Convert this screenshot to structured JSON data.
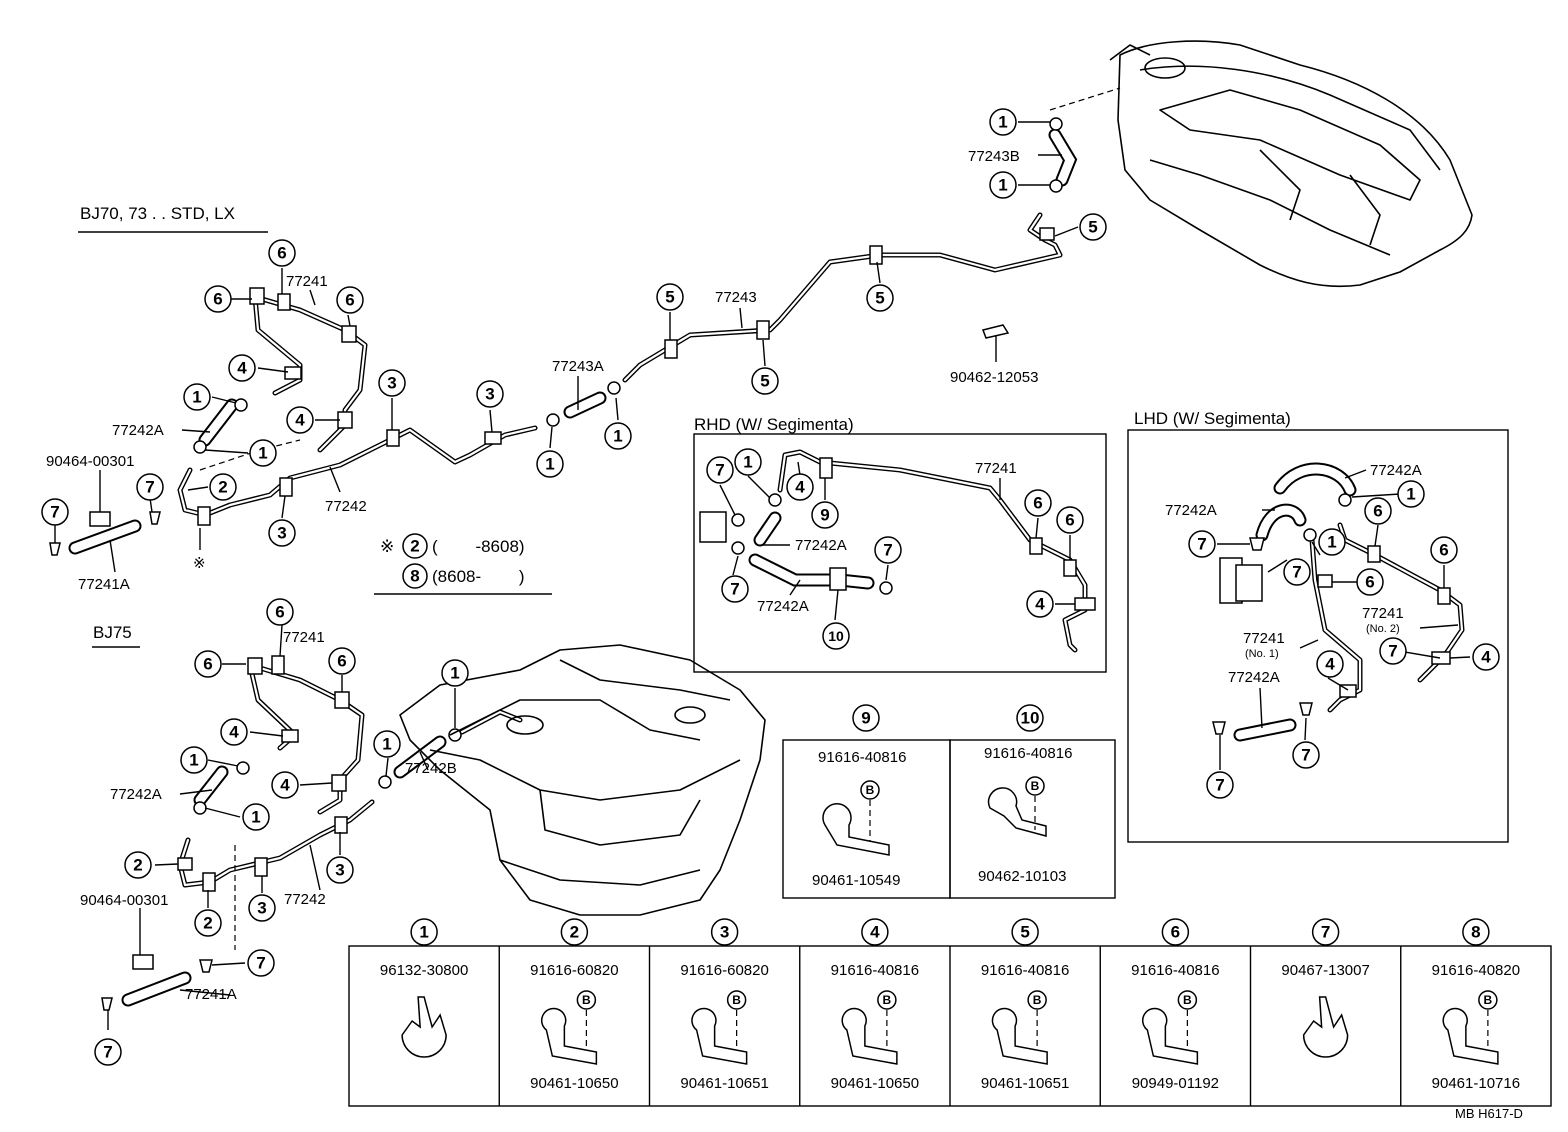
{
  "sections": {
    "bj70": "BJ70, 73 . . STD, LX",
    "bj75": "BJ75",
    "rhd": "RHD (W/ Segimenta)",
    "lhd": "LHD (W/ Segimenta)"
  },
  "note": {
    "line1_mark": "※",
    "line1_num": "2",
    "line1_range": "(        -8608)",
    "line2_num": "8",
    "line2_range": "(8608-        )"
  },
  "callouts": {
    "c1": "1",
    "c2": "2",
    "c3": "3",
    "c4": "4",
    "c5": "5",
    "c6": "6",
    "c7": "7",
    "c8": "8",
    "c9": "9",
    "c10": "10"
  },
  "parts": {
    "p77241": "77241",
    "p77241a": "77241A",
    "p77242": "77242",
    "p77242a": "77242A",
    "p77242b": "77242B",
    "p77243": "77243",
    "p77243a": "77243A",
    "p77243b": "77243B",
    "p90464_00301": "90464-00301",
    "p90462_12053": "90462-12053",
    "no1": "(No. 1)",
    "no2": "(No. 2)",
    "mark": "※"
  },
  "legend": [
    {
      "num": "1",
      "part": "96132-30800",
      "sub": ""
    },
    {
      "num": "2",
      "part": "91616-60820",
      "sub": "90461-10650"
    },
    {
      "num": "3",
      "part": "91616-60820",
      "sub": "90461-10651"
    },
    {
      "num": "4",
      "part": "91616-40816",
      "sub": "90461-10650"
    },
    {
      "num": "5",
      "part": "91616-40816",
      "sub": "90461-10651"
    },
    {
      "num": "6",
      "part": "91616-40816",
      "sub": "90949-01192"
    },
    {
      "num": "7",
      "part": "90467-13007",
      "sub": ""
    },
    {
      "num": "8",
      "part": "91616-40820",
      "sub": "90461-10716"
    },
    {
      "num": "9",
      "part": "91616-40816",
      "sub": "90461-10549"
    },
    {
      "num": "10",
      "part": "91616-40816",
      "sub": "90462-10103"
    }
  ],
  "bolt_letter": "B",
  "footer": "MB  H617-D"
}
